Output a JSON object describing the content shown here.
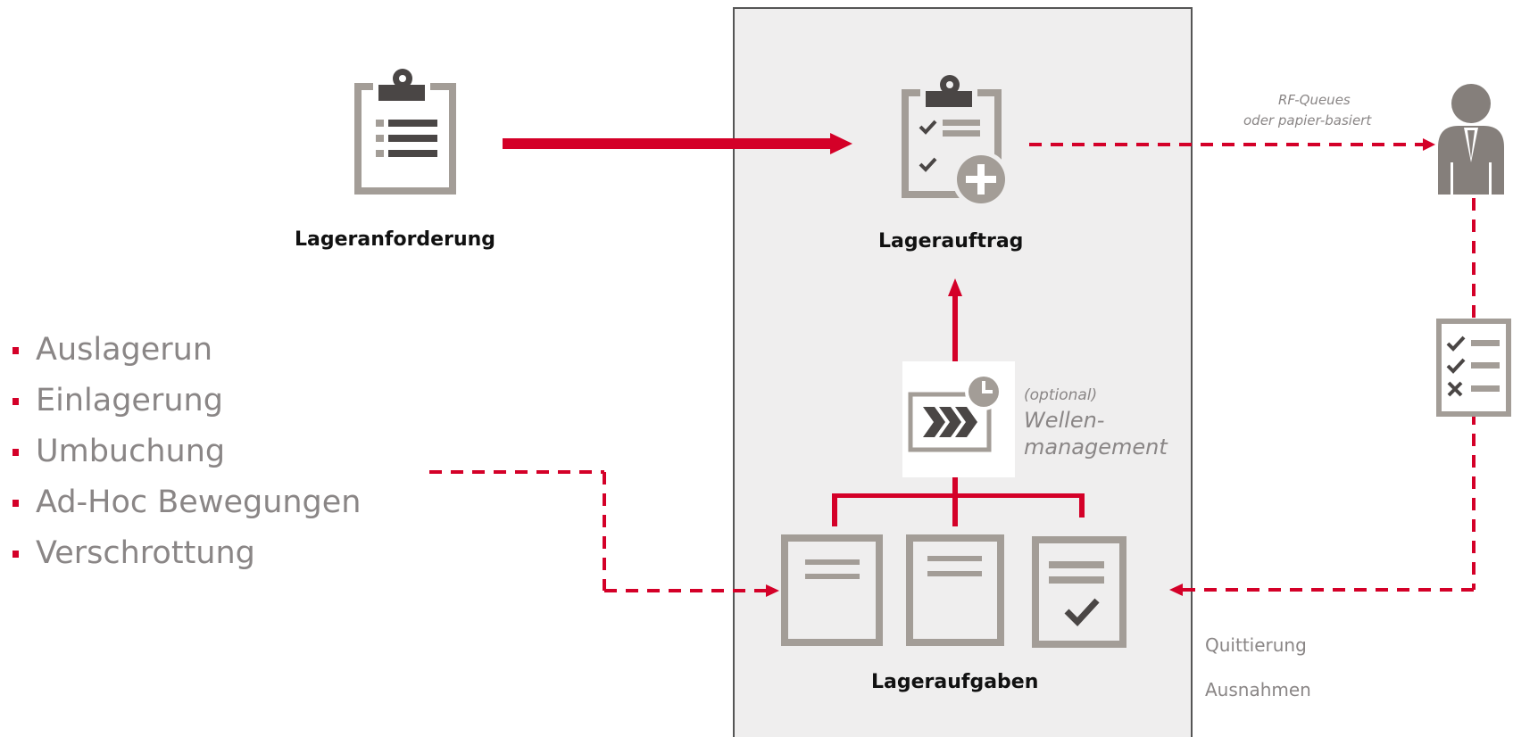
{
  "nodes": {
    "lageranforderung": "Lageranforderung",
    "lagerauftrag": "Lagerauftrag",
    "lageraufgaben": "Lageraufgaben"
  },
  "process_types": [
    "Auslagerun",
    "Einlagerung",
    "Umbuchung",
    "Ad-Hoc Bewegungen",
    "Verschrottung"
  ],
  "wave": {
    "optional": "(optional)",
    "line1": "Wellen-",
    "line2": "management"
  },
  "queue_note": {
    "line1": "RF-Queues",
    "line2": "oder papier-basiert"
  },
  "feedback": {
    "confirmation": "Quittierung",
    "exceptions": "Ausnahmen"
  },
  "icons": {
    "request": "clipboard-list-icon",
    "order": "clipboard-checklist-plus-icon",
    "wave": "wave-management-clock-icon",
    "worker": "worker-person-icon",
    "checklist": "checklist-icon",
    "tasks": "document-icon"
  },
  "colors": {
    "accent": "#d40028",
    "icon_grey": "#a39d97",
    "icon_dark": "#4a4645",
    "panel": "#efeeee"
  }
}
